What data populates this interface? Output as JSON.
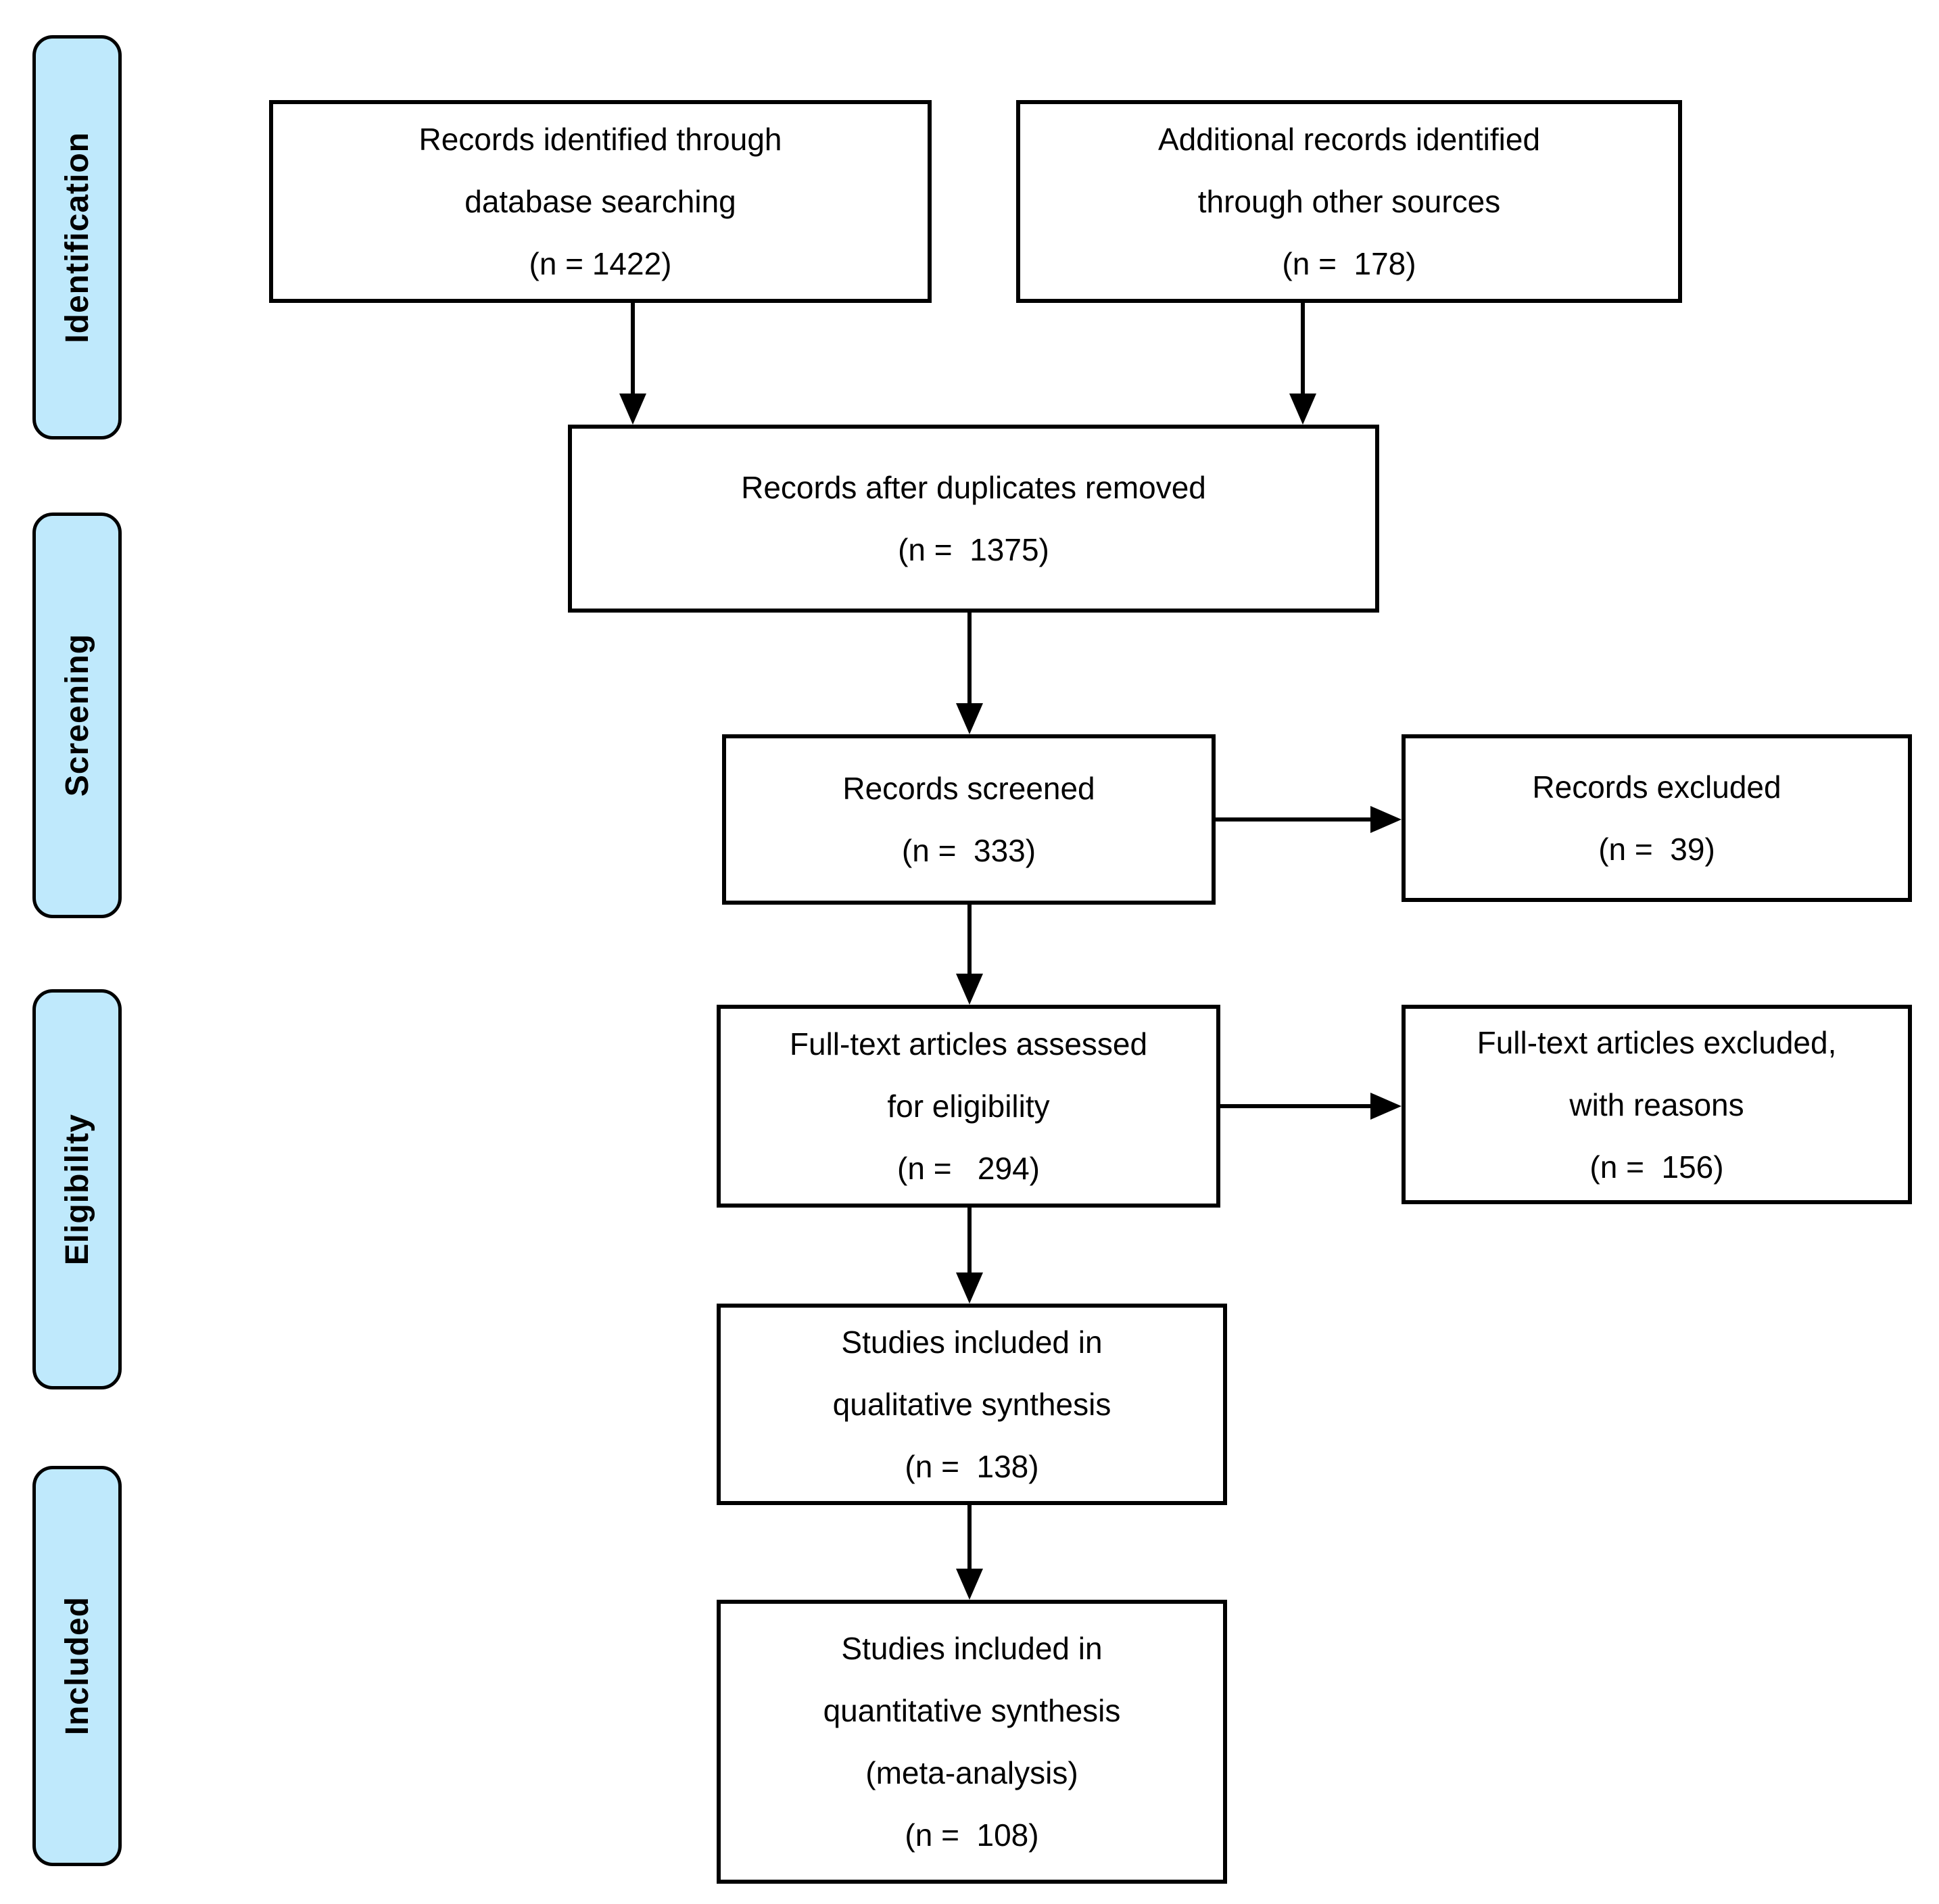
{
  "colors": {
    "phase_fill": "#BFE9FC",
    "line": "#000000",
    "background": "#ffffff"
  },
  "phases": [
    {
      "label": "Identification"
    },
    {
      "label": "Screening"
    },
    {
      "label": "Eligibility"
    },
    {
      "label": "Included"
    }
  ],
  "boxes": {
    "identified": {
      "lines": [
        "Records identified through",
        "database searching",
        "(n = 1422)"
      ]
    },
    "additional": {
      "lines": [
        "Additional records identified",
        "through other sources",
        "(n =  178)"
      ]
    },
    "deduplicated": {
      "lines": [
        "Records after duplicates removed",
        "(n =  1375)"
      ]
    },
    "screened": {
      "lines": [
        "Records screened",
        "(n =  333)"
      ]
    },
    "excluded": {
      "lines": [
        "Records excluded",
        "(n =  39)"
      ]
    },
    "fulltext_assessed": {
      "lines": [
        "Full-text articles assessed",
        "for eligibility",
        "(n =   294)"
      ]
    },
    "fulltext_excluded": {
      "lines": [
        "Full-text articles excluded,",
        "with reasons",
        "(n =  156)"
      ]
    },
    "qualitative": {
      "lines": [
        "Studies included in",
        "qualitative synthesis",
        "(n =  138)"
      ]
    },
    "quantitative": {
      "lines": [
        "Studies included in",
        "quantitative synthesis",
        "(meta-analysis)",
        "(n =  108)"
      ]
    }
  }
}
